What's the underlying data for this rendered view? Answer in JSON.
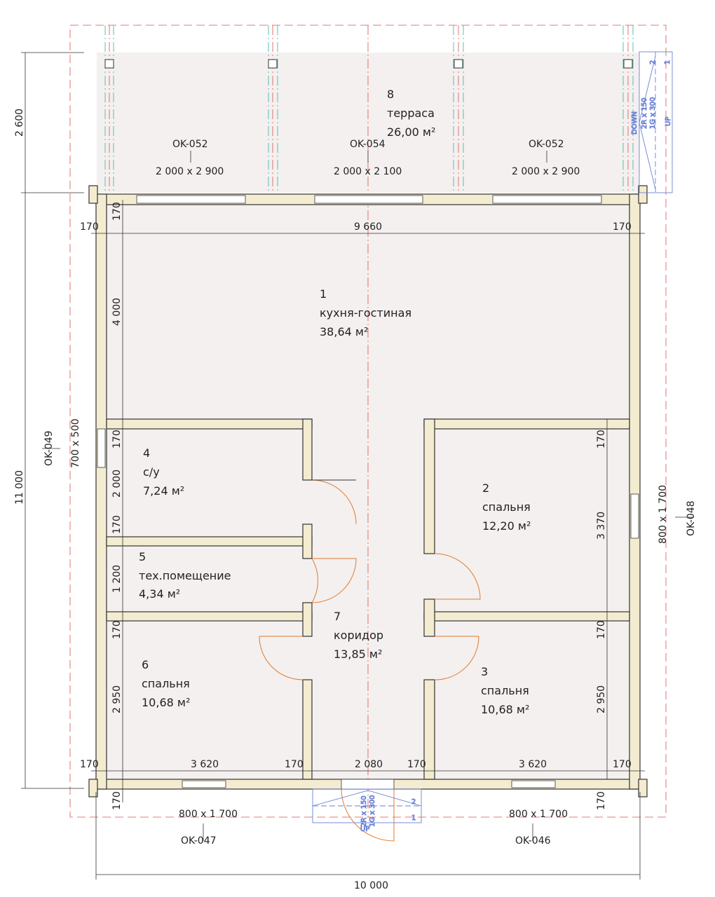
{
  "rooms": [
    {
      "num": "1",
      "name": "кухня-гостиная",
      "area": "38,64 м²"
    },
    {
      "num": "2",
      "name": "спальня",
      "area": "12,20 м²"
    },
    {
      "num": "3",
      "name": "спальня",
      "area": "10,68 м²"
    },
    {
      "num": "4",
      "name": "с/у",
      "area": "7,24 м²"
    },
    {
      "num": "5",
      "name": "тех.помещение",
      "area": "4,34 м²"
    },
    {
      "num": "6",
      "name": "спальня",
      "area": "10,68 м²"
    },
    {
      "num": "7",
      "name": "коридор",
      "area": "13,85 м²"
    },
    {
      "num": "8",
      "name": "терраса",
      "area": "26,00 м²"
    }
  ],
  "windows": [
    {
      "id": "OK-052",
      "size": "2 000 x 2 900"
    },
    {
      "id": "OK-054",
      "size": "2 000 x 2 100"
    },
    {
      "id": "OK-052",
      "size": "2 000 x 2 900"
    },
    {
      "id": "OK-049",
      "size": "700 x 500"
    },
    {
      "id": "OK-048",
      "size": "800 x 1 700"
    },
    {
      "id": "OK-047",
      "size": "800 x 1 700"
    },
    {
      "id": "OK-046",
      "size": "800 x 1 700"
    }
  ],
  "dims": {
    "terrace_depth": "2 600",
    "total_depth": "11 000",
    "total_width": "10 000",
    "top_row": [
      "170",
      "9 660",
      "170"
    ],
    "left_col": [
      "170",
      "4 000",
      "170",
      "2 000",
      "170",
      "1 200",
      "170",
      "2 950",
      "170"
    ],
    "right_col": [
      "170",
      "3 370",
      "170",
      "2 950",
      "170"
    ],
    "bottom_row": [
      "170",
      "3 620",
      "170",
      "2 080",
      "170",
      "3 620",
      "170"
    ]
  },
  "stairs": {
    "rise": "2R x 150",
    "going": "1G x 300",
    "down": "DOWN",
    "up": "UP",
    "step1": "1",
    "step2": "2"
  },
  "colors": {
    "wall_fill": "#f3ecd0",
    "room_fill": "#f4f0ef",
    "door": "#e07a2e",
    "stair": "#6b82d6",
    "axis": "#d9534f",
    "grid": "#2bb5a5"
  }
}
